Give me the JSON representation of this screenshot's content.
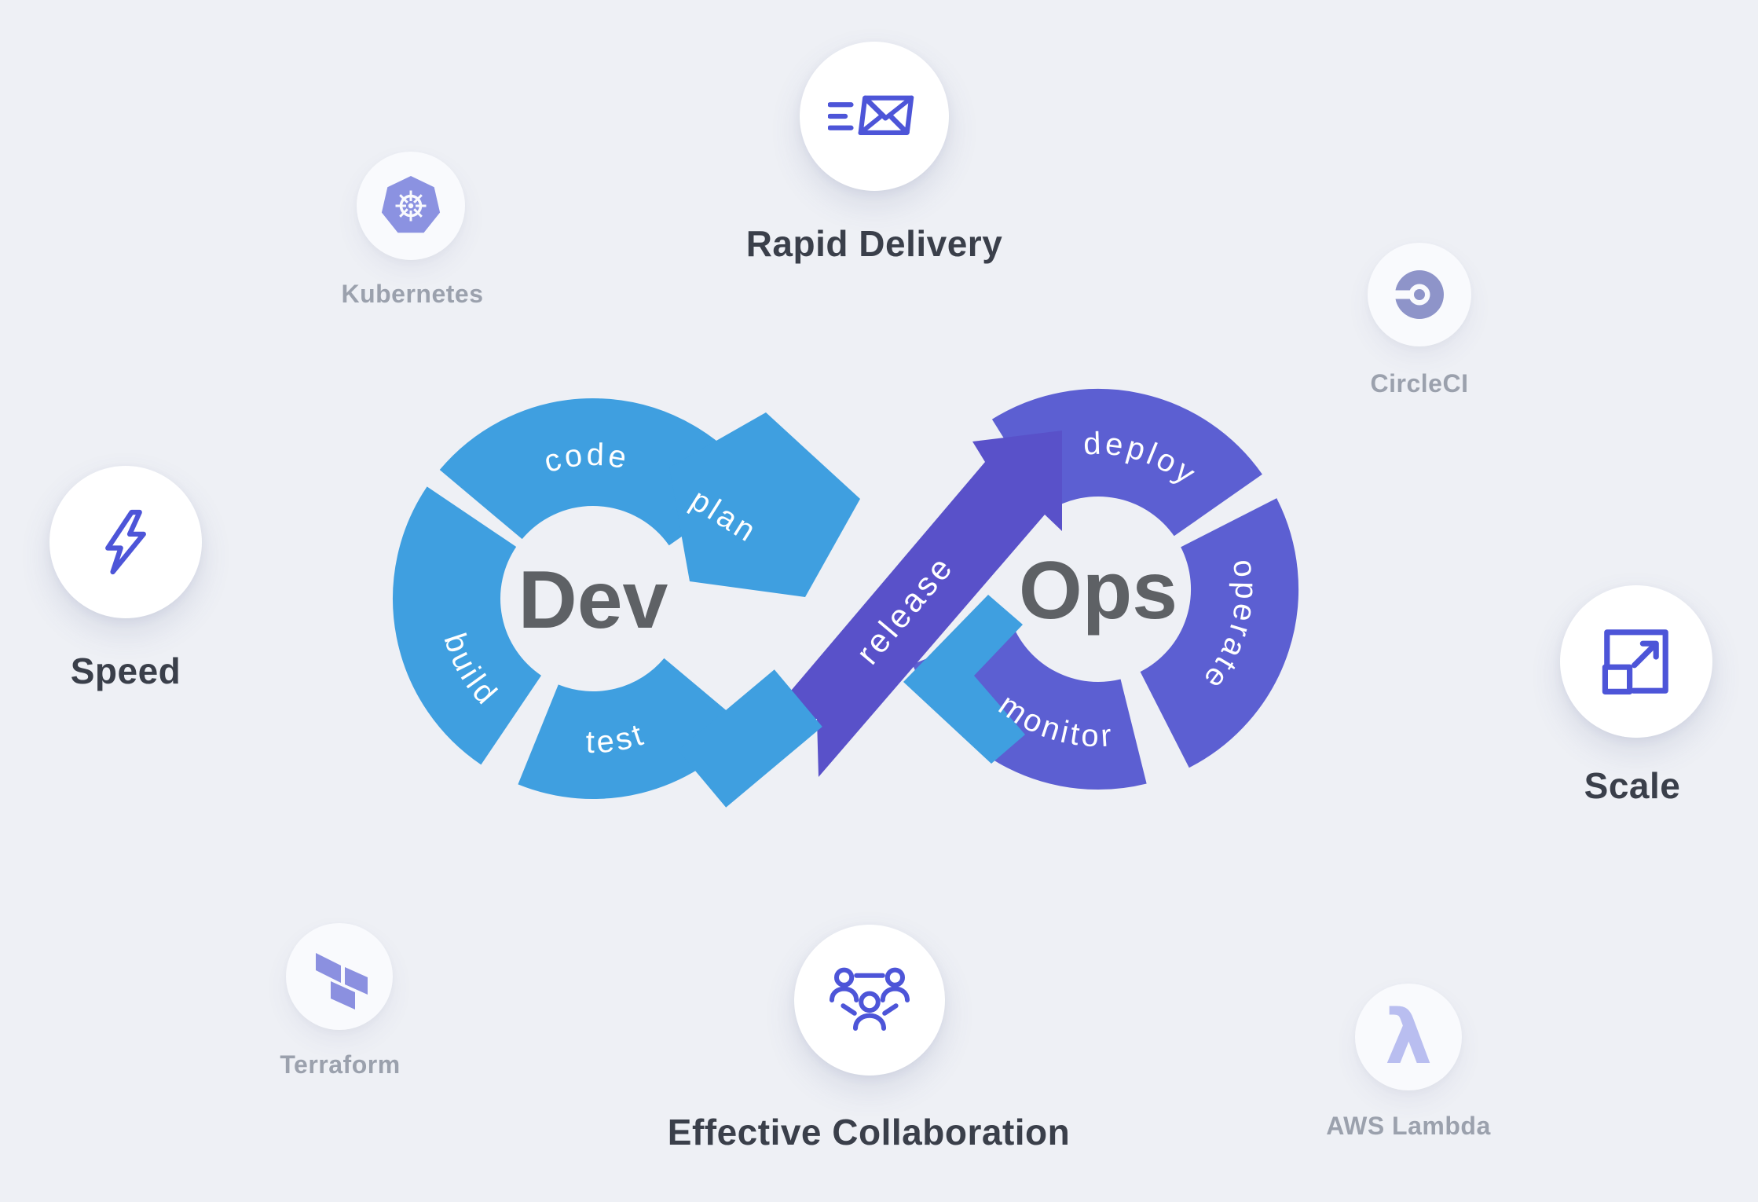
{
  "page": {
    "background": "#eef0f5"
  },
  "colors": {
    "dev_blue": "#3f9fe0",
    "ops_purple": "#5c5fd2",
    "release_purple": "#5951c9",
    "accent_indigo": "#4d55d8",
    "kubernetes_icon_color": "#8b92e1",
    "circleci_icon_color": "#8e94c9",
    "terraform_icon_color": "#8b90e0",
    "lambda_icon_color": "#b9bef0",
    "feature_label_color": "#3a3f4a",
    "tool_label_color": "#9ba1ad",
    "devops_text_color": "#5e6165"
  },
  "loop": {
    "dev": "Dev",
    "ops": "Ops",
    "segments": {
      "plan": "plan",
      "code": "code",
      "build": "build",
      "test": "test",
      "release": "release",
      "deploy": "deploy",
      "operate": "operate",
      "monitor": "monitor"
    }
  },
  "features": [
    {
      "label": "Rapid Delivery",
      "icon": "speeding-envelope-icon"
    },
    {
      "label": "Speed",
      "icon": "lightning-bolt-icon"
    },
    {
      "label": "Scale",
      "icon": "expand-arrow-icon"
    },
    {
      "label": "Effective Collaboration",
      "icon": "people-network-icon"
    }
  ],
  "tools": [
    {
      "label": "Kubernetes",
      "icon": "kubernetes-helm-icon"
    },
    {
      "label": "CircleCI",
      "icon": "circleci-logo-icon"
    },
    {
      "label": "Terraform",
      "icon": "terraform-logo-icon"
    },
    {
      "label": "AWS Lambda",
      "icon": "lambda-icon"
    }
  ]
}
